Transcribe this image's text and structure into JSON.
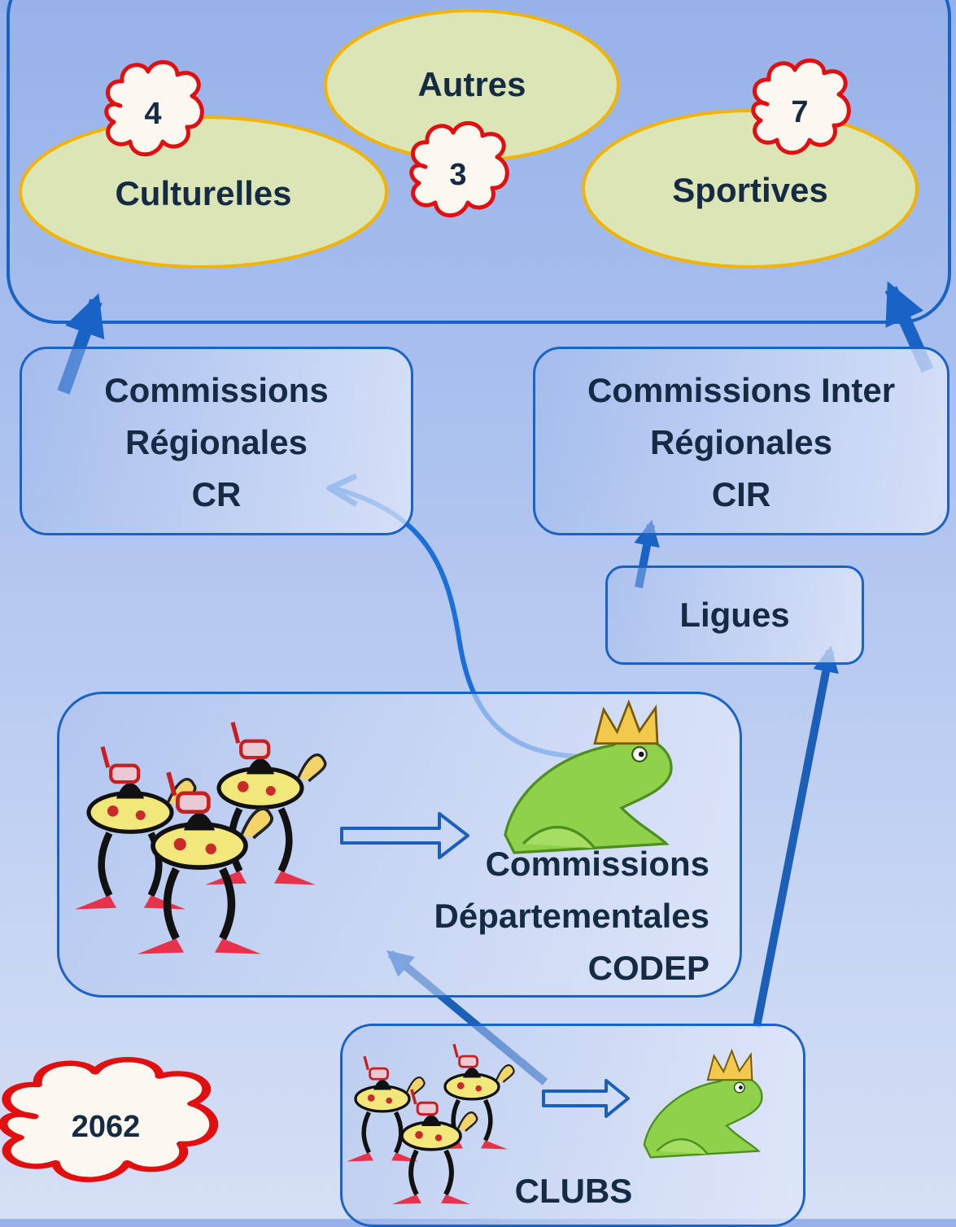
{
  "top": {
    "culturelles": {
      "label": "Culturelles",
      "count": "4"
    },
    "autres": {
      "label": "Autres",
      "count": "3"
    },
    "sportives": {
      "label": "Sportives",
      "count": "7"
    }
  },
  "cr": {
    "line1": "Commissions",
    "line2": "Régionales",
    "line3": "CR"
  },
  "cir": {
    "line1": "Commissions Inter",
    "line2": "Régionales",
    "line3": "CIR"
  },
  "ligues": {
    "label": "Ligues"
  },
  "codep": {
    "line1": "Commissions",
    "line2": "Départementales",
    "line3": "CODEP"
  },
  "clubs": {
    "label": "CLUBS"
  },
  "total": {
    "count": "2062"
  },
  "colors": {
    "background": "#a8bdee",
    "box_border": "#1a63c6",
    "ellipse_fill": "#dbe5b5",
    "ellipse_border": "#f2b400",
    "cloud_border": "#e01010",
    "arrow": "#1a63c6",
    "text": "#152b44"
  },
  "icons": [
    "snorkeler-group-icon",
    "crowned-frog-icon",
    "hollow-arrow-icon",
    "cloud-badge-icon"
  ]
}
